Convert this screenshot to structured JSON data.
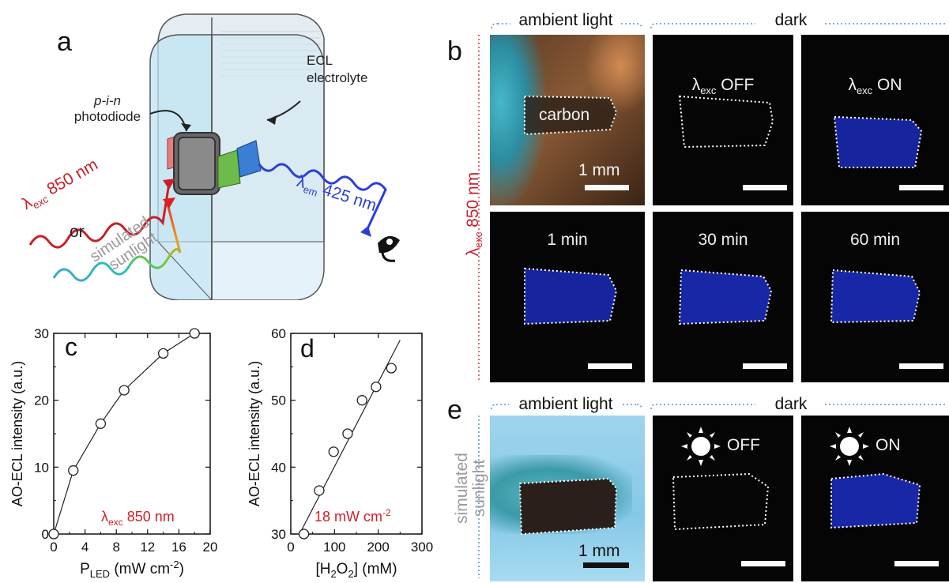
{
  "panel_a": {
    "label": "a",
    "photodiode_label_italic": "p-i-n",
    "photodiode_label": "photodiode",
    "ecl_label_line1": "ECL",
    "ecl_label_line2": "electrolyte",
    "exc_symbol": "λ",
    "exc_sub": "exc",
    "exc_value": "850 nm",
    "or_label": "or",
    "sim_line1": "simulated",
    "sim_line2": "sunlight",
    "em_symbol": "λ",
    "em_sub": "em",
    "em_value": "425 nm",
    "colors": {
      "exc": "#d0202a",
      "em": "#2a3fd8",
      "sim": "#9a9a9a"
    }
  },
  "panel_b": {
    "label": "b",
    "header_ambient": "ambient light",
    "header_dark": "dark",
    "side_symbol": "λ",
    "side_sub": "exc",
    "side_value": "850 nm",
    "tiles": {
      "ambient_carbon": "carbon",
      "ambient_scale": "1 mm",
      "off_sym": "λ",
      "off_sub": "exc",
      "off_word": "OFF",
      "on_sym": "λ",
      "on_sub": "exc",
      "on_word": "ON",
      "t1": "1 min",
      "t2": "30 min",
      "t3": "60 min"
    }
  },
  "panel_e": {
    "label": "e",
    "header_ambient": "ambient light",
    "header_dark": "dark",
    "side_line1": "simulated",
    "side_line2": "sunlight",
    "scale": "1 mm",
    "off_word": "OFF",
    "on_word": "ON",
    "sun_icon": "sun-icon"
  },
  "chart_data": [
    {
      "id": "c",
      "type": "line",
      "label": "c",
      "annotation_symbol": "λ",
      "annotation_sub": "exc",
      "annotation_value": "850 nm",
      "annotation_color": "#d0202a",
      "ylabel": "AO-ECL intensity (a.u.)",
      "xlabel_main": "P",
      "xlabel_sub": "LED",
      "xlabel_rest": " (mW cm",
      "xlabel_sup": "-2",
      "xlabel_end": ")",
      "xlim": [
        0,
        20
      ],
      "ylim": [
        0,
        30
      ],
      "xticks": [
        0,
        4,
        8,
        12,
        16,
        20
      ],
      "yticks": [
        0,
        10,
        20,
        30
      ],
      "x": [
        0,
        2.5,
        6,
        9,
        14,
        18
      ],
      "y": [
        0,
        9.5,
        16.5,
        21.5,
        27,
        30
      ],
      "fit": "smooth"
    },
    {
      "id": "d",
      "type": "scatter",
      "label": "d",
      "annotation_value": "18 mW cm",
      "annotation_sup": "-2",
      "annotation_color": "#d0202a",
      "ylabel": "AO-ECL intensity (a.u.)",
      "xlabel_main": "[H",
      "xlabel_sub1": "2",
      "xlabel_mid": "O",
      "xlabel_sub2": "2",
      "xlabel_end": "] (mM)",
      "xlim": [
        0,
        300
      ],
      "ylim": [
        30,
        60
      ],
      "xticks": [
        0,
        100,
        200,
        300
      ],
      "yticks": [
        30,
        40,
        50,
        60
      ],
      "x": [
        30,
        65,
        98,
        130,
        163,
        195,
        230
      ],
      "y": [
        30,
        36.5,
        42.3,
        45,
        50,
        52,
        54.8
      ],
      "fit_line": {
        "x": [
          20,
          250
        ],
        "y": [
          29,
          59
        ]
      }
    }
  ]
}
